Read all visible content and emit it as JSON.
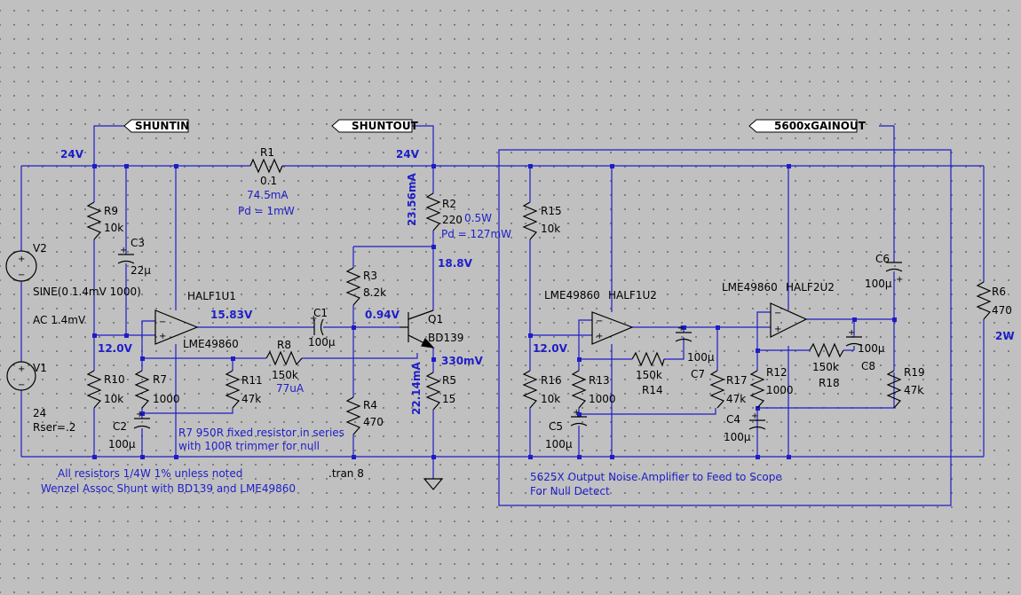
{
  "labels": {
    "flags": {
      "shuntin": "SHUNTIN",
      "shuntout": "SHUNTOUT",
      "gainout": "5600xGAINOUT"
    },
    "nets": {
      "v24_left": "24V",
      "v24_right": "24V",
      "v18_8": "18.8V",
      "v15_83": "15.83V",
      "v0_94": "0.94V",
      "v12_left": "12.0V",
      "v12_right": "12.0V",
      "v330m": "330mV",
      "i74_5": "74.5mA",
      "i23_56": "23.56mA",
      "i22_14": "22.14mA",
      "i77u": "77uA",
      "pd1": "Pd = 1mW",
      "pd127": "Pd = 127mW",
      "w0_5": "0.5W",
      "w2": "2W"
    },
    "components": {
      "R1": {
        "ref": "R1",
        "value": "0.1"
      },
      "R2": {
        "ref": "R2",
        "value": "220"
      },
      "R3": {
        "ref": "R3",
        "value": "8.2k"
      },
      "R4": {
        "ref": "R4",
        "value": "470"
      },
      "R5": {
        "ref": "R5",
        "value": "15"
      },
      "R6": {
        "ref": "R6",
        "value": "470"
      },
      "R7": {
        "ref": "R7",
        "value": "1000"
      },
      "R8": {
        "ref": "R8",
        "value": "150k"
      },
      "R9": {
        "ref": "R9",
        "value": "10k"
      },
      "R10": {
        "ref": "R10",
        "value": "10k"
      },
      "R11": {
        "ref": "R11",
        "value": "47k"
      },
      "R12": {
        "ref": "R12",
        "value": "1000"
      },
      "R13": {
        "ref": "R13",
        "value": "1000"
      },
      "R14": {
        "ref": "R14",
        "value": "150k"
      },
      "R15": {
        "ref": "R15",
        "value": "10k"
      },
      "R16": {
        "ref": "R16",
        "value": "10k"
      },
      "R17": {
        "ref": "R17",
        "value": "47k"
      },
      "R18": {
        "ref": "R18",
        "value": "150k"
      },
      "R19": {
        "ref": "R19",
        "value": "47k"
      },
      "C1": {
        "ref": "C1",
        "value": "100µ"
      },
      "C2": {
        "ref": "C2",
        "value": "100µ"
      },
      "C3": {
        "ref": "C3",
        "value": "22µ"
      },
      "C4": {
        "ref": "C4",
        "value": "100µ"
      },
      "C5": {
        "ref": "C5",
        "value": "100µ"
      },
      "C6": {
        "ref": "C6",
        "value": "100µ"
      },
      "C7": {
        "ref": "C7",
        "value": "100µ"
      },
      "C8": {
        "ref": "C8",
        "value": "100µ"
      },
      "Q1": {
        "ref": "Q1",
        "value": "BD139"
      },
      "U1": {
        "ref": "HALF1U1",
        "value": "LME49860"
      },
      "U2a": {
        "ref": "HALF1U2",
        "value": "LME49860"
      },
      "U2b": {
        "ref": "HALF2U2",
        "value": "LME49860"
      },
      "V1": {
        "ref": "V1",
        "value": "24",
        "extra": "Rser=.2"
      },
      "V2": {
        "ref": "V2",
        "value": "SINE(0 1.4mV 1000)",
        "extra": "AC 1.4mV"
      }
    },
    "notes": {
      "r7_line1": "R7 950R fixed resistor in series",
      "r7_line2": "with 100R trimmer for null",
      "resistors": "All resistors 1/4W 1% unless noted",
      "title": "Wenzel Assoc Shunt with BD139 and LME49860",
      "tran": ".tran 8",
      "amp_line1": "5625X Output Noise Amplifier to Feed to Scope",
      "amp_line2": "For Null Detect"
    }
  }
}
